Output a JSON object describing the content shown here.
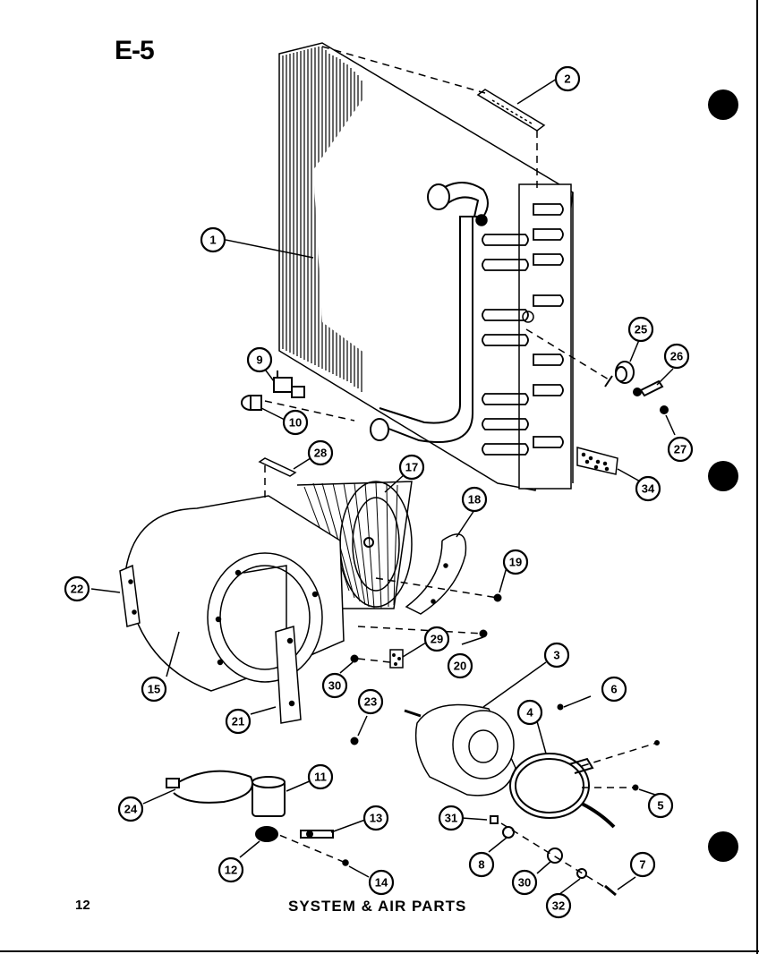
{
  "page": {
    "title": "E-5",
    "number": "12",
    "caption": "SYSTEM & AIR PARTS"
  },
  "callouts": [
    {
      "id": "1",
      "label": "1"
    },
    {
      "id": "2",
      "label": "2"
    },
    {
      "id": "3",
      "label": "3"
    },
    {
      "id": "4",
      "label": "4"
    },
    {
      "id": "5",
      "label": "5"
    },
    {
      "id": "6",
      "label": "6"
    },
    {
      "id": "7",
      "label": "7"
    },
    {
      "id": "8",
      "label": "8"
    },
    {
      "id": "9",
      "label": "9"
    },
    {
      "id": "10",
      "label": "10"
    },
    {
      "id": "11",
      "label": "11"
    },
    {
      "id": "12",
      "label": "12"
    },
    {
      "id": "13",
      "label": "13"
    },
    {
      "id": "14",
      "label": "14"
    },
    {
      "id": "15",
      "label": "15"
    },
    {
      "id": "17",
      "label": "17"
    },
    {
      "id": "18",
      "label": "18"
    },
    {
      "id": "19",
      "label": "19"
    },
    {
      "id": "20",
      "label": "20"
    },
    {
      "id": "21",
      "label": "21"
    },
    {
      "id": "22",
      "label": "22"
    },
    {
      "id": "23",
      "label": "23"
    },
    {
      "id": "24",
      "label": "24"
    },
    {
      "id": "25",
      "label": "25"
    },
    {
      "id": "26",
      "label": "26"
    },
    {
      "id": "27",
      "label": "27"
    },
    {
      "id": "28",
      "label": "28"
    },
    {
      "id": "29",
      "label": "29"
    },
    {
      "id": "30a",
      "label": "30"
    },
    {
      "id": "30b",
      "label": "30"
    },
    {
      "id": "31",
      "label": "31"
    },
    {
      "id": "32",
      "label": "32"
    },
    {
      "id": "34",
      "label": "34"
    }
  ]
}
